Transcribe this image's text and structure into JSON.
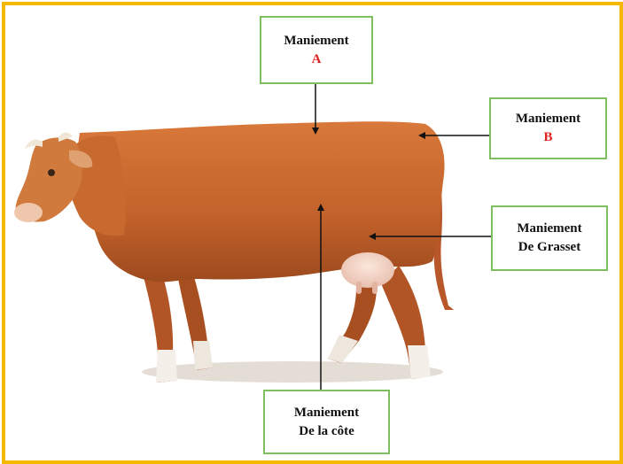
{
  "colors": {
    "frame": "#f5b800",
    "box_border": "#7fbf5f",
    "accent_red": "#e0201b",
    "cow_body": "#c9692b",
    "udder": "#f3d6c8"
  },
  "labels": {
    "a": {
      "line1": "Maniement",
      "line2": "A"
    },
    "b": {
      "line1": "Maniement",
      "line2": "B"
    },
    "grasset": {
      "line1": "Maniement",
      "line2": "De Grasset"
    },
    "cote": {
      "line1": "Maniement",
      "line2": "De la côte"
    }
  }
}
